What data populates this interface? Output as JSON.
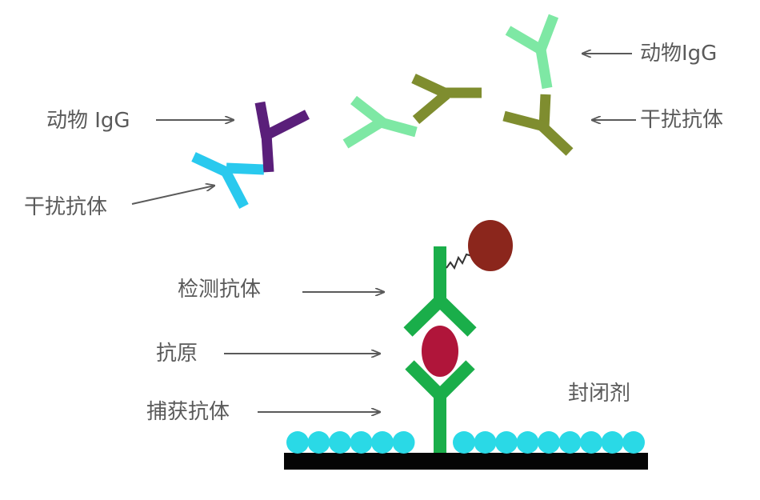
{
  "labels": {
    "animal_igg_left": "动物 IgG",
    "interfering_left": "干扰抗体",
    "animal_igg_right": "动物IgG",
    "interfering_right": "干扰抗体",
    "detection_antibody": "检测抗体",
    "antigen": "抗原",
    "capture_antibody": "捕获抗体",
    "blocking_agent": "封闭剂"
  },
  "colors": {
    "cyan_antibody": "#29c9ee",
    "purple_antibody": "#5a1f7a",
    "mint_antibody": "#7ee8a4",
    "olive_antibody": "#7f8d2f",
    "green_antibody": "#1aae4a",
    "antigen": "#b0153a",
    "label_molecule": "#8b261c",
    "blocking_bead": "#2ad9e6",
    "plate": "#050505",
    "arrow": "#5a5a5a",
    "text": "#5a5a5a"
  }
}
